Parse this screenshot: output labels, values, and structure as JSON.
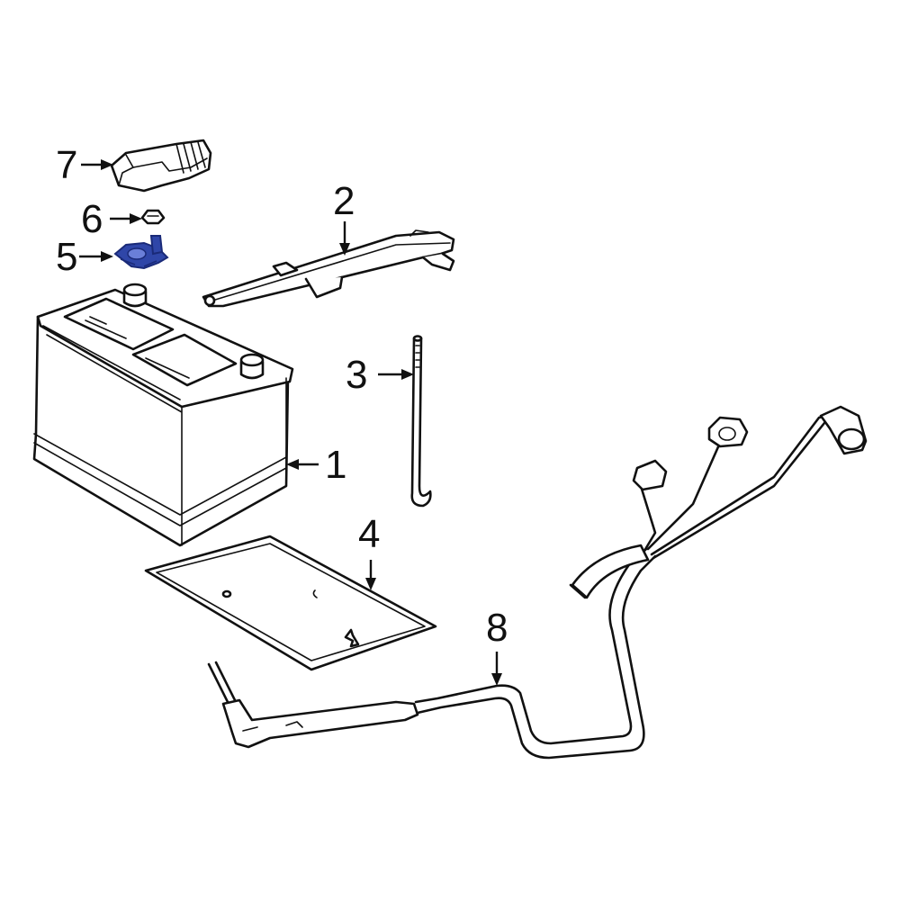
{
  "colors": {
    "line": "#111111",
    "background": "#ffffff",
    "highlight_fill": "#2f46a8",
    "highlight_dark": "#1a2a78"
  },
  "callouts": [
    {
      "number": "1",
      "part": "battery"
    },
    {
      "number": "2",
      "part": "hold-down-bracket"
    },
    {
      "number": "3",
      "part": "hold-down-rod"
    },
    {
      "number": "4",
      "part": "battery-tray"
    },
    {
      "number": "5",
      "part": "terminal-clamp"
    },
    {
      "number": "6",
      "part": "nut"
    },
    {
      "number": "7",
      "part": "terminal-cover"
    },
    {
      "number": "8",
      "part": "cable-harness"
    }
  ]
}
